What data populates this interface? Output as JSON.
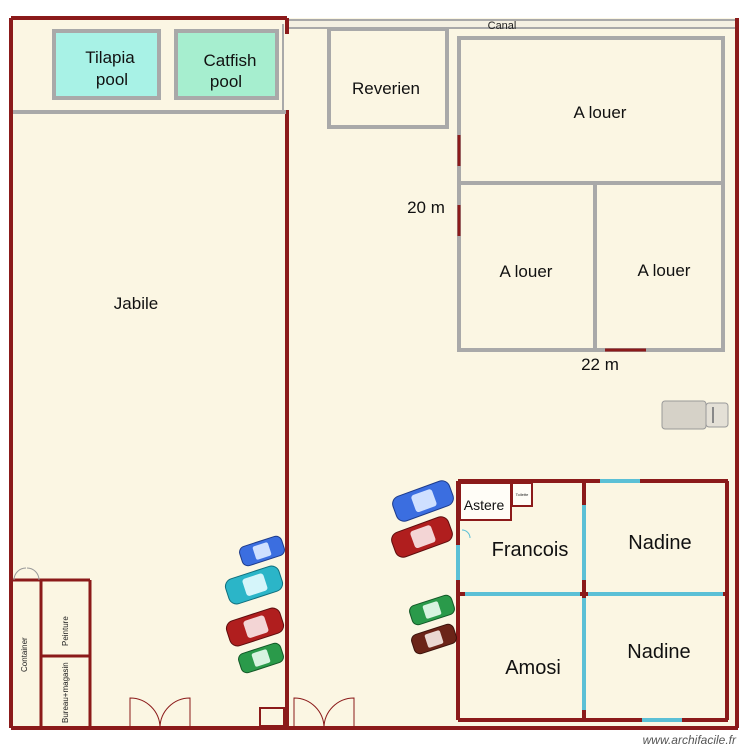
{
  "plan": {
    "canal": "Canal",
    "rooms": {
      "tilapia_1": "Tilapia",
      "tilapia_2": "pool",
      "catfish_1": "Catfish",
      "catfish_2": "pool",
      "reverien": "Reverien",
      "louer_top": "A louer",
      "louer_left": "A louer",
      "louer_right": "A louer",
      "jabile": "Jabile",
      "astere": "Astere",
      "francois": "Francois",
      "nadine_top": "Nadine",
      "amosi": "Amosi",
      "nadine_bottom": "Nadine",
      "container": "Container",
      "peinture": "Peinture",
      "bureau_magasin": "Bureau+magasin",
      "toilette": "Toilette"
    },
    "dimensions": {
      "height_label": "20 m",
      "width_label": "22 m"
    },
    "watermark": "www.archifacile.fr"
  },
  "colors": {
    "floor": "#fbf6e3",
    "wall_exterior": "#8b1a1a",
    "wall_interior": "#a9a9a9",
    "pool_tilapia": "#a8f2e6",
    "pool_catfish": "#a6eecf",
    "window": "#5bc0d6"
  }
}
